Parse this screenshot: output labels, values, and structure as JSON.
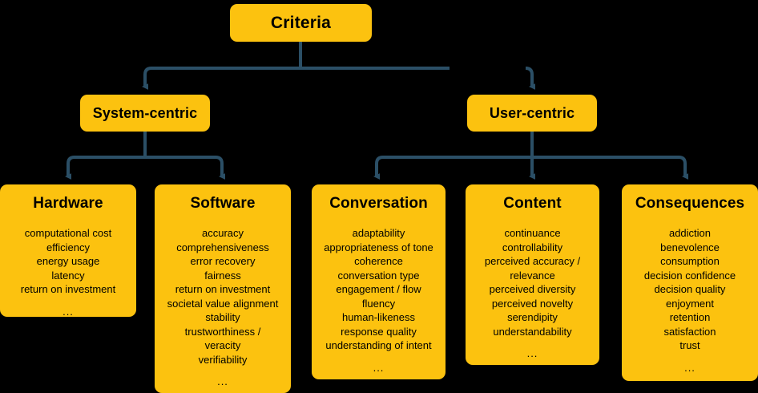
{
  "diagram": {
    "title": "Criteria",
    "line_color": "#2B4F66",
    "node_color": "#FCC20F",
    "background_color": "#000000",
    "text_color": "#000000"
  },
  "root": {
    "label": "Criteria"
  },
  "branches": [
    {
      "label": "System-centric"
    },
    {
      "label": "User-centric"
    }
  ],
  "leaves": [
    {
      "title": "Hardware",
      "items": [
        "computational cost",
        "efficiency",
        "energy usage",
        "latency",
        "return on investment"
      ],
      "ellipsis": "..."
    },
    {
      "title": "Software",
      "items": [
        "accuracy",
        "comprehensiveness",
        "error recovery",
        "fairness",
        "return on investment",
        "societal value alignment",
        "stability",
        "trustworthiness /",
        "veracity",
        "verifiability"
      ],
      "ellipsis": "..."
    },
    {
      "title": "Conversation",
      "items": [
        "adaptability",
        "appropriateness of tone",
        "coherence",
        "conversation type",
        "engagement / flow",
        "fluency",
        "human-likeness",
        "response quality",
        "understanding of intent"
      ],
      "ellipsis": "..."
    },
    {
      "title": "Content",
      "items": [
        "continuance",
        "controllability",
        "perceived accuracy /",
        "relevance",
        "perceived diversity",
        "perceived novelty",
        "serendipity",
        "understandability"
      ],
      "ellipsis": "..."
    },
    {
      "title": "Consequences",
      "items": [
        "addiction",
        "benevolence",
        "consumption",
        "decision confidence",
        "decision quality",
        "enjoyment",
        "retention",
        "satisfaction",
        "trust"
      ],
      "ellipsis": "..."
    }
  ]
}
